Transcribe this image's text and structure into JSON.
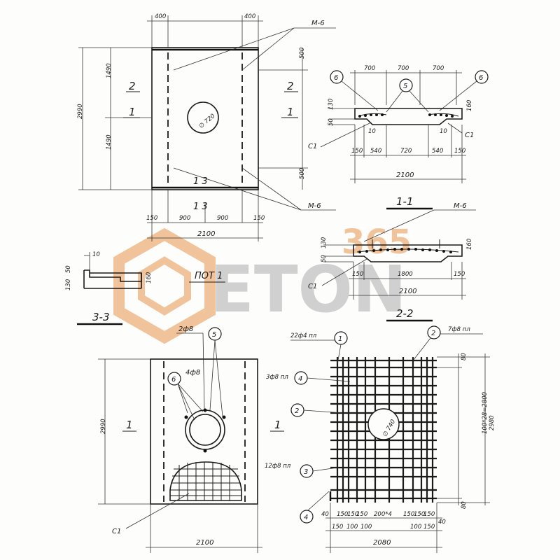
{
  "watermark": {
    "number": "365",
    "word": "ETON",
    "color_orange": "#f0b98a",
    "color_gray": "#c9c9c9"
  },
  "plan": {
    "dims_top_left": "400",
    "dims_top_right": "400",
    "insert": "М-6",
    "insert_bottom": "М-6",
    "dim_left_total": "2990",
    "dim_left_upper": "1490",
    "dim_left_lower": "1490",
    "dim_right_upper": "500",
    "dim_right_lower": "500",
    "section_2_left": "2",
    "section_2_right": "2",
    "section_1_left": "1",
    "section_1_right": "1",
    "section_3_top": "1 3",
    "section_3_bottom": "1 3",
    "hole_label": "∅ 720",
    "bottom_dims": [
      "150",
      "900",
      "900",
      "150"
    ],
    "bottom_total": "2100"
  },
  "section_11": {
    "top_dims": [
      "700",
      "700",
      "700"
    ],
    "callouts": [
      "6",
      "5",
      "6"
    ],
    "left_dims": [
      "50",
      "130"
    ],
    "right_dim": "160",
    "small_dims": [
      "10",
      "10"
    ],
    "c1_left": "С1",
    "c1_right": "С1",
    "bottom_dims": [
      "150",
      "540",
      "720",
      "540",
      "150"
    ],
    "total": "2100",
    "title": "1-1"
  },
  "section_22": {
    "insert": "М-6",
    "left_dims": [
      "50",
      "130"
    ],
    "right_dim": "160",
    "c1": "С1",
    "bottom_dims": [
      "150",
      "1800",
      "150"
    ],
    "total": "2100",
    "title": "2-2"
  },
  "section_33": {
    "dims_left": [
      "130",
      "50"
    ],
    "dim_top": "10",
    "dim_right": "160",
    "title": "3-3",
    "label": "ПОТ 1"
  },
  "elevation": {
    "label_2f8": "2ф8",
    "label_4f8": "4ф8",
    "callout_5": "5",
    "callout_6": "6",
    "dim_left": "2990",
    "section_left": "1",
    "section_right": "1",
    "c1": "С1",
    "dim_bottom": "2100"
  },
  "mesh": {
    "label_1": "22ф4 пл",
    "callout_1": "1",
    "label_2": "7ф8 пл",
    "callout_2": "2",
    "label_4": "3ф8 пл",
    "callout_4": "4",
    "callout_2b": "2",
    "label_3": "12ф8 пл",
    "callout_3": "3",
    "callout_4b": "4",
    "hole_label": "∅ 740",
    "dim_right_top": "80",
    "dim_right_mid": "100*28=2800",
    "dim_right_total": "2980",
    "dim_right_bottom": "80",
    "bottom_dims_top": [
      "40",
      "150",
      "150",
      "150",
      "200*4",
      "150",
      "150",
      "150",
      "40"
    ],
    "bottom_dims_low": [
      "150",
      "100",
      "100",
      "100",
      "150"
    ],
    "total": "2080"
  }
}
